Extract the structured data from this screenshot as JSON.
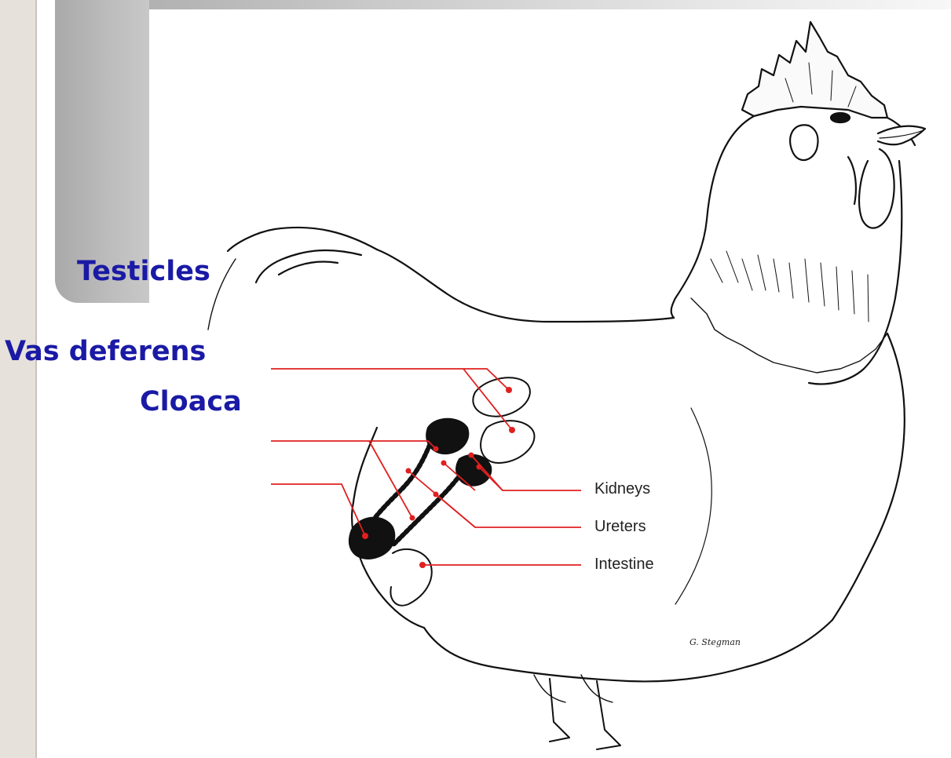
{
  "labels": {
    "testicles": "Testicles",
    "vas_deferens": "Vas deferens",
    "cloaca": "Cloaca",
    "kidneys": "Kidneys",
    "ureters": "Ureters",
    "intestine": "Intestine",
    "artist_signature": "G. Stegman"
  },
  "colors": {
    "label_text": "#1a1aa6",
    "pointer_lines": "#e02020",
    "drawing_ink": "#111111",
    "side_strip": "#e6e1da",
    "tab_gray": "#b5b5b5"
  }
}
